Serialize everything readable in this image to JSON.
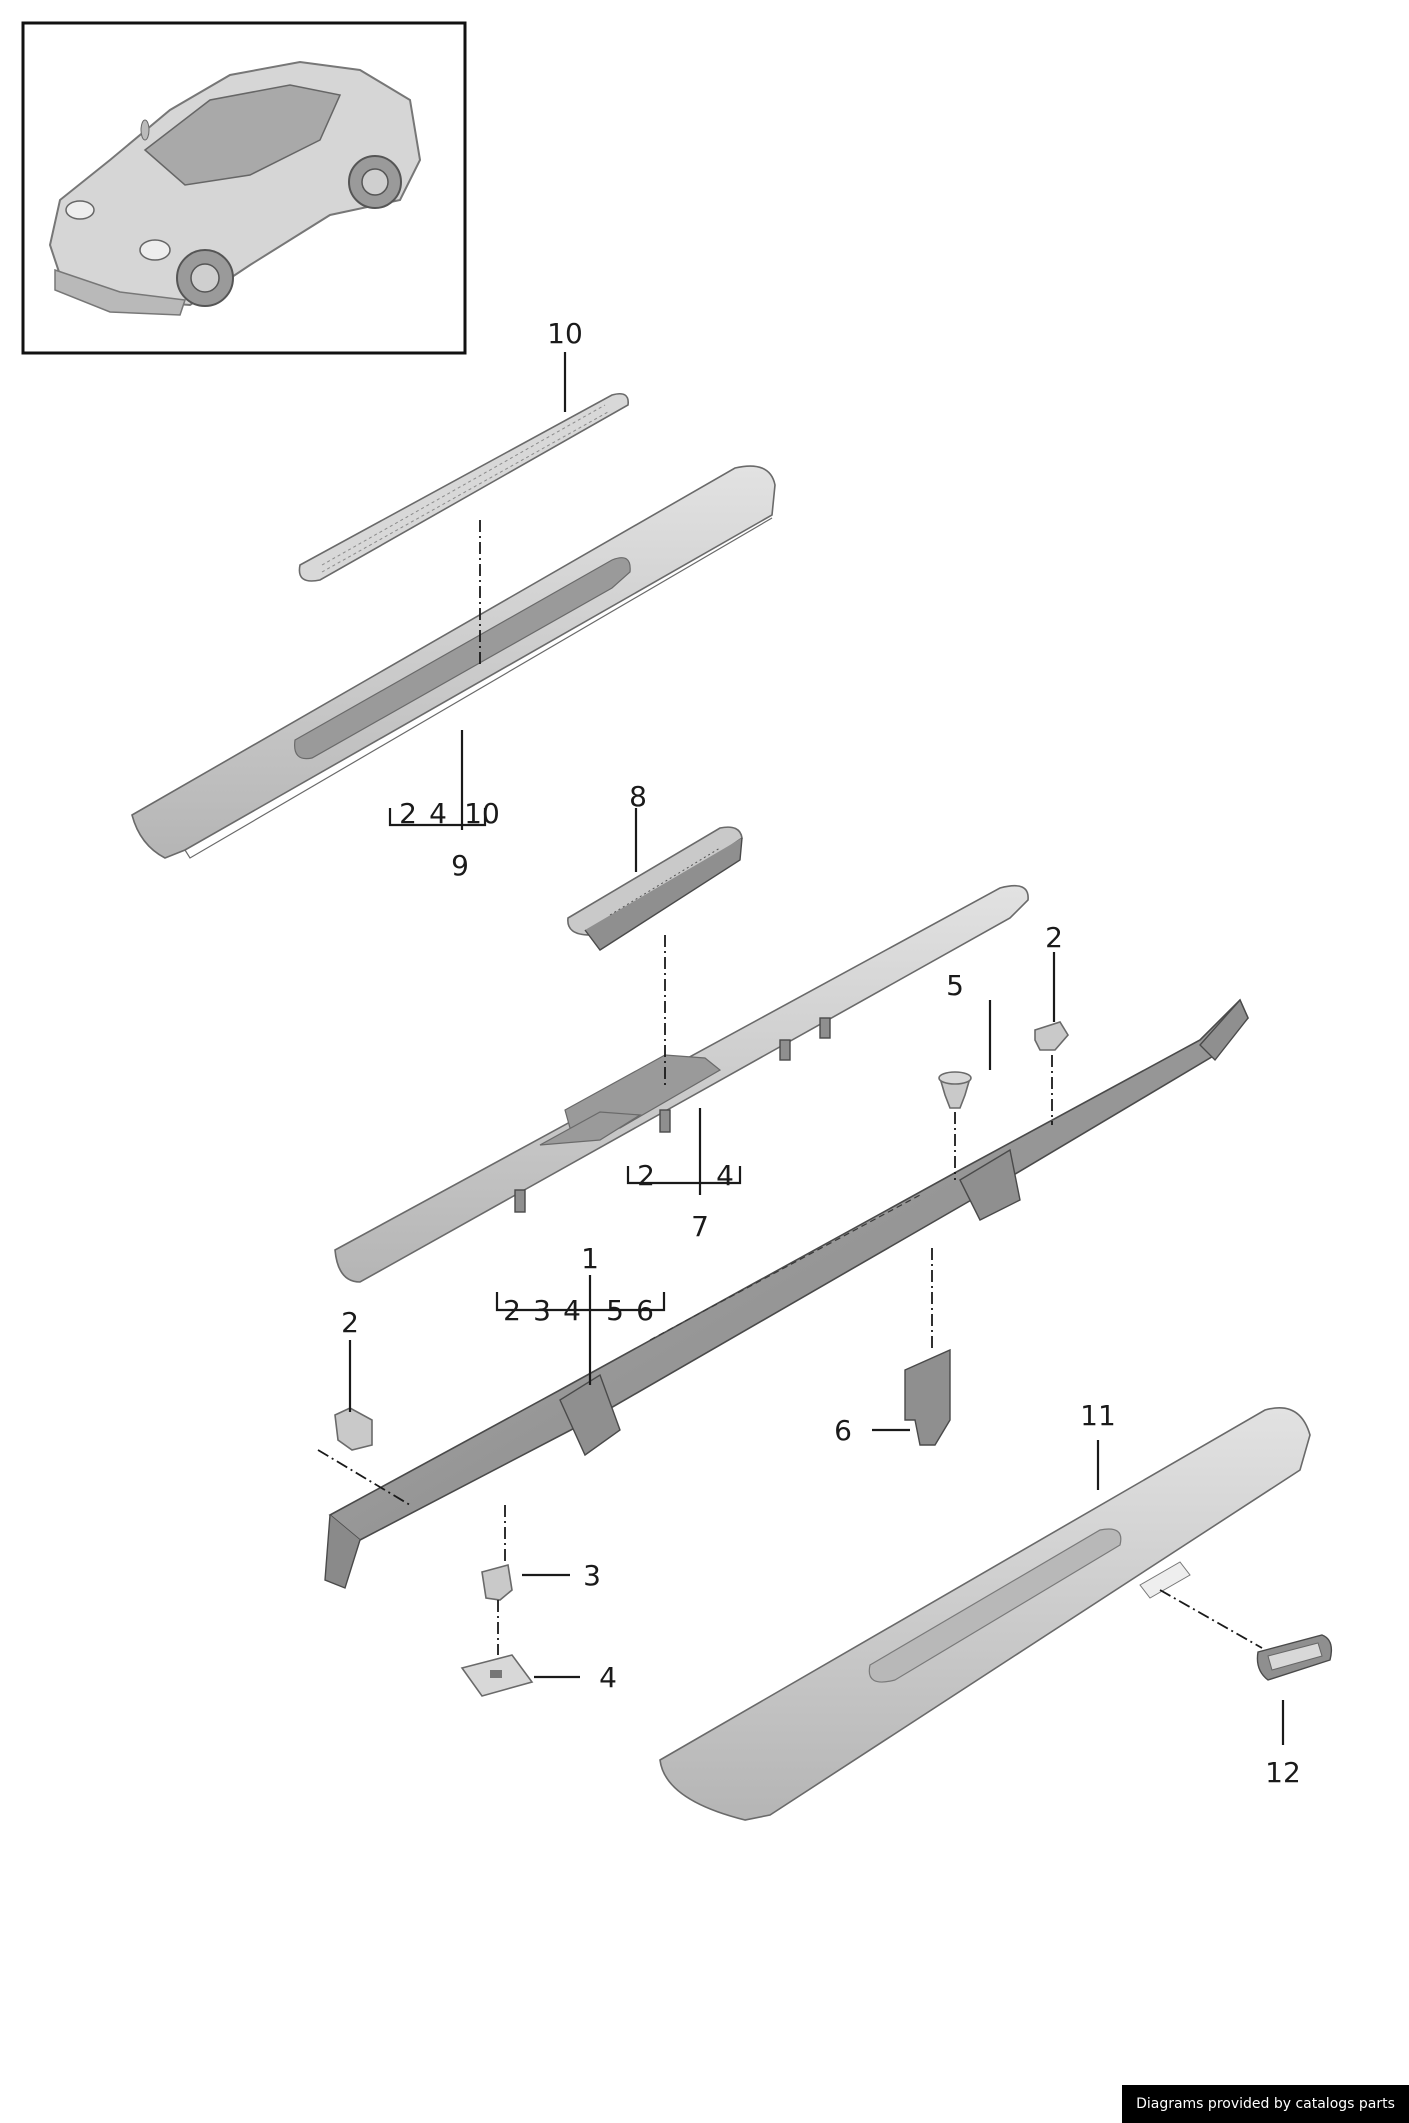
{
  "callouts": {
    "c10_top": "10",
    "c9_group": [
      "2",
      "4",
      "10"
    ],
    "c9": "9",
    "c8": "8",
    "c7_group": [
      "2",
      "4"
    ],
    "c7": "7",
    "c5": "5",
    "c2_right": "2",
    "c1": "1",
    "c1_group": [
      "2",
      "3",
      "4",
      "5",
      "6"
    ],
    "c2_left": "2",
    "c6": "6",
    "c11": "11",
    "c3": "3",
    "c4": "4",
    "c12": "12"
  },
  "footer": {
    "credit": "Diagrams provided by catalogs parts"
  },
  "colors": {
    "part_fill": "#c9c9c9",
    "outline": "#6a6a6a",
    "text": "#1a1a1a",
    "footer_bg": "#000000"
  }
}
